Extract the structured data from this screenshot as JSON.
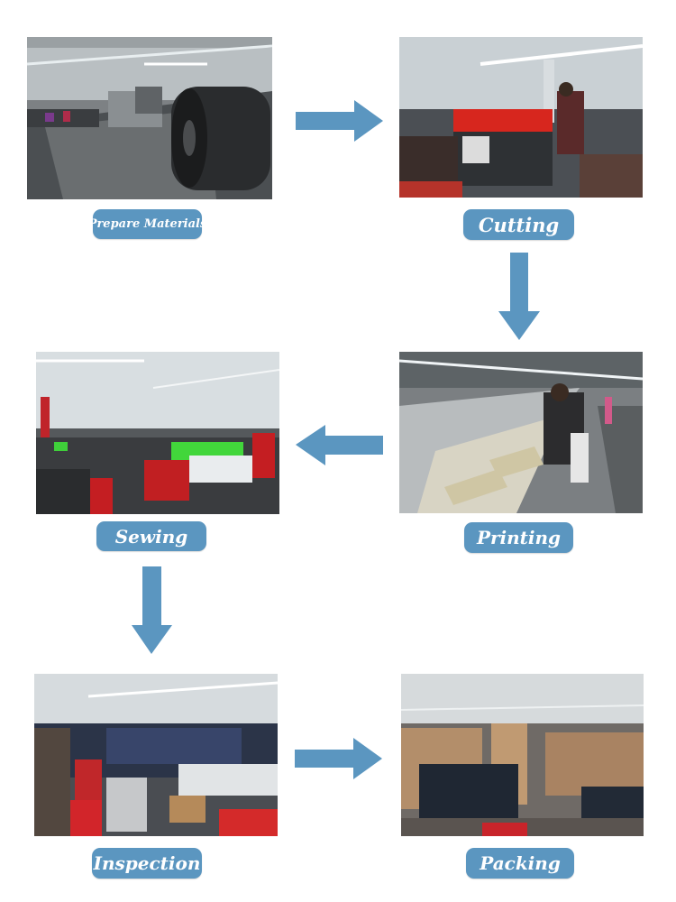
{
  "colors": {
    "accent": "#5b96c0",
    "label_text": "#ffffff",
    "background": "#ffffff"
  },
  "steps": [
    {
      "label": "Prepare Materials",
      "photo": "factory-materials-photo"
    },
    {
      "label": "Cutting",
      "photo": "factory-cutting-photo"
    },
    {
      "label": "Printing",
      "photo": "factory-printing-photo"
    },
    {
      "label": "Sewing",
      "photo": "factory-sewing-photo"
    },
    {
      "label": "Inspection",
      "photo": "factory-inspection-photo"
    },
    {
      "label": "Packing",
      "photo": "factory-packing-photo"
    }
  ],
  "arrows": [
    "arrow-right-icon",
    "arrow-down-icon",
    "arrow-left-icon",
    "arrow-down-icon",
    "arrow-right-icon"
  ]
}
